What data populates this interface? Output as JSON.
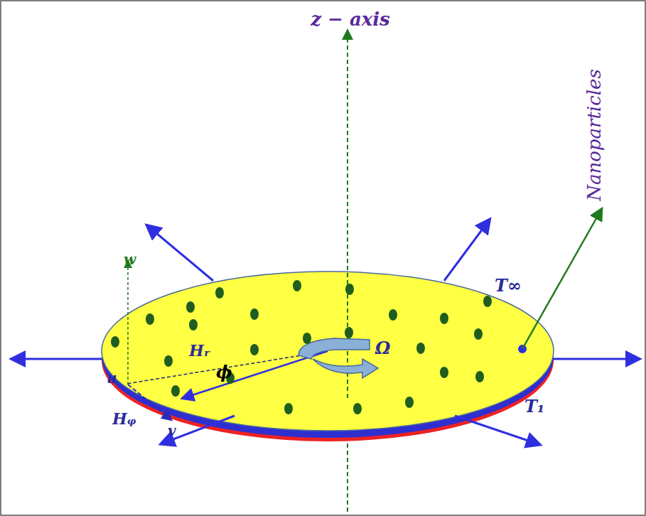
{
  "diagram": {
    "labels": [
      "z − axis",
      "w",
      "u",
      "Hᵣ",
      "ϕ",
      "Ω",
      "Hᵩ",
      "v",
      "T∞",
      "T₁",
      "Nanoparticles"
    ]
  }
}
